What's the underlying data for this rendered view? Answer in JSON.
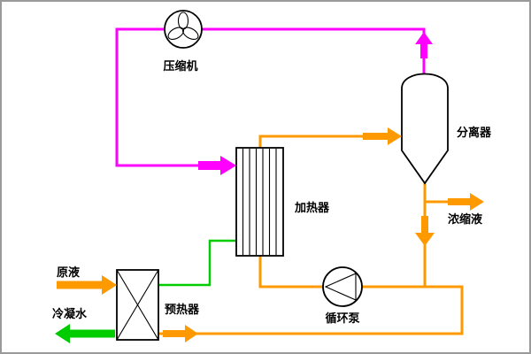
{
  "diagram": {
    "type": "process-flow-diagram",
    "colors": {
      "vapor": "#ff00ff",
      "process": "#ff9900",
      "condensate": "#00cc00",
      "outline": "#000000",
      "background": "#ffffff",
      "frame_border": "#9a9a9a"
    },
    "equipment": {
      "compressor": {
        "label": "压缩机"
      },
      "heater": {
        "label": "加热器"
      },
      "separator": {
        "label": "分离器"
      },
      "preheater": {
        "label": "预热器"
      },
      "pump": {
        "label": "循环泵"
      }
    },
    "streams": {
      "feed": {
        "label": "原液"
      },
      "condensate": {
        "label": "冷凝水"
      },
      "concentrate": {
        "label": "浓缩液"
      }
    }
  }
}
